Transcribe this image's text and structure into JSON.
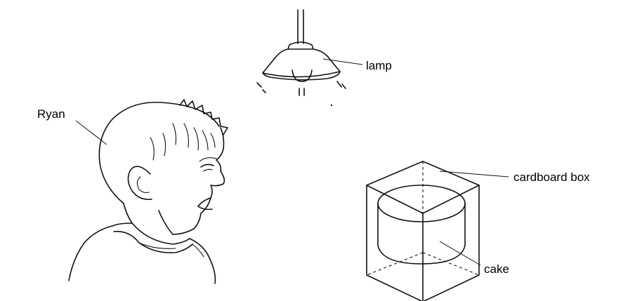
{
  "labels": {
    "lamp": "lamp",
    "ryan": "Ryan",
    "cardboard_box": "cardboard box",
    "cake": "cake"
  },
  "colors": {
    "line": "#111111",
    "background": "#ffffff"
  }
}
